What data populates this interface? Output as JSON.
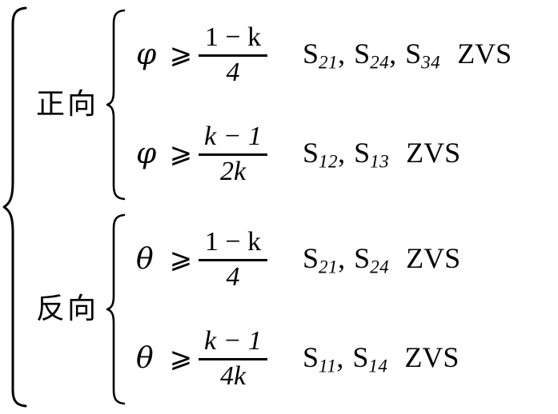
{
  "figure": {
    "type": "math-expression-brace-system",
    "description": "Nested brace system of ZVS soft-switching conditions for forward and reverse power flow",
    "outer_brace": "{",
    "inner_brace": "{"
  },
  "groups": [
    {
      "label": "正向",
      "label_meaning": "forward direction",
      "rows": [
        {
          "variable": "φ",
          "relation": "⩾",
          "numerator": "1 − k",
          "numerator_parts": {
            "a": "1",
            "op": "−",
            "b": "k"
          },
          "denominator": "4",
          "denominator_parts": {
            "coef": "4",
            "sym": ""
          },
          "switches": [
            {
              "base": "S",
              "sub": "21"
            },
            {
              "base": "S",
              "sub": "24"
            },
            {
              "base": "S",
              "sub": "34"
            }
          ],
          "condition": "ZVS",
          "separator": ","
        },
        {
          "variable": "φ",
          "relation": "⩾",
          "numerator": "k − 1",
          "numerator_parts": {
            "a": "k",
            "op": "−",
            "b": "1"
          },
          "denominator": "2k",
          "denominator_parts": {
            "coef": "2",
            "sym": "k"
          },
          "switches": [
            {
              "base": "S",
              "sub": "12"
            },
            {
              "base": "S",
              "sub": "13"
            }
          ],
          "condition": "ZVS",
          "separator": ","
        }
      ]
    },
    {
      "label": "反向",
      "label_meaning": "reverse direction",
      "rows": [
        {
          "variable": "θ",
          "relation": "⩾",
          "numerator": "1 − k",
          "numerator_parts": {
            "a": "1",
            "op": "−",
            "b": "k"
          },
          "denominator": "4",
          "denominator_parts": {
            "coef": "4",
            "sym": ""
          },
          "switches": [
            {
              "base": "S",
              "sub": "21"
            },
            {
              "base": "S",
              "sub": "24"
            }
          ],
          "condition": "ZVS",
          "separator": ","
        },
        {
          "variable": "θ",
          "relation": "⩾",
          "numerator": "k − 1",
          "numerator_parts": {
            "a": "k",
            "op": "−",
            "b": "1"
          },
          "denominator": "4k",
          "denominator_parts": {
            "coef": "4",
            "sym": "k"
          },
          "switches": [
            {
              "base": "S",
              "sub": "11"
            },
            {
              "base": "S",
              "sub": "14"
            }
          ],
          "condition": "ZVS",
          "separator": ","
        }
      ]
    }
  ],
  "colors": {
    "text": "#000000",
    "background": "#ffffff"
  }
}
